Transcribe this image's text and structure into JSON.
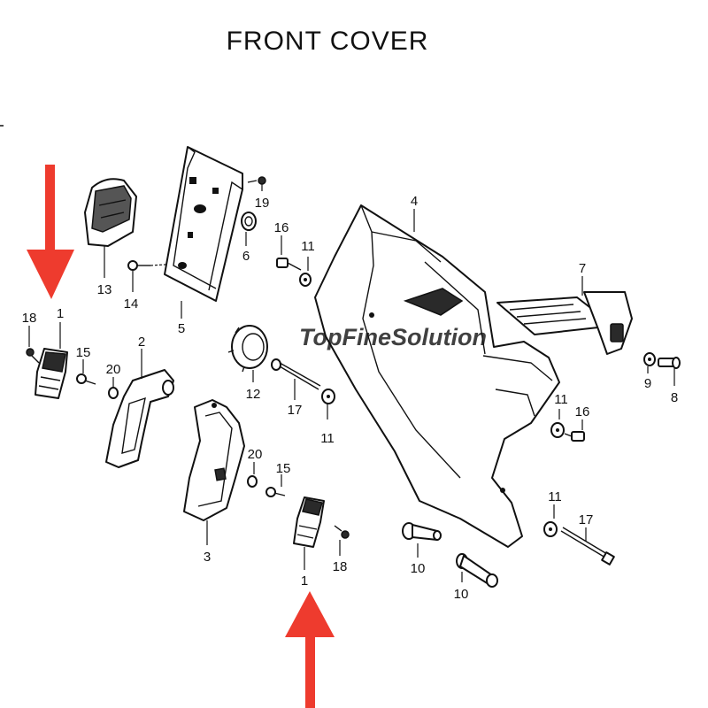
{
  "title": "FRONT  COVER",
  "watermark": "TopFineSolution",
  "accent_color": "#ee3b2e",
  "part_numbers": {
    "p1a": "1",
    "p1b": "1",
    "p2": "2",
    "p3": "3",
    "p4": "4",
    "p5": "5",
    "p6": "6",
    "p7": "7",
    "p8": "8",
    "p9": "9",
    "p10a": "10",
    "p10b": "10",
    "p11a": "11",
    "p11b": "11",
    "p11c": "11",
    "p11d": "11",
    "p12": "12",
    "p13": "13",
    "p14": "14",
    "p15a": "15",
    "p15b": "15",
    "p16a": "16",
    "p16b": "16",
    "p17a": "17",
    "p17b": "17",
    "p18a": "18",
    "p18b": "18",
    "p19": "19",
    "p20a": "20",
    "p20b": "20"
  },
  "highlight_arrows": [
    "arrow-down-to-part-1-left",
    "arrow-up-to-part-1-bottom"
  ]
}
